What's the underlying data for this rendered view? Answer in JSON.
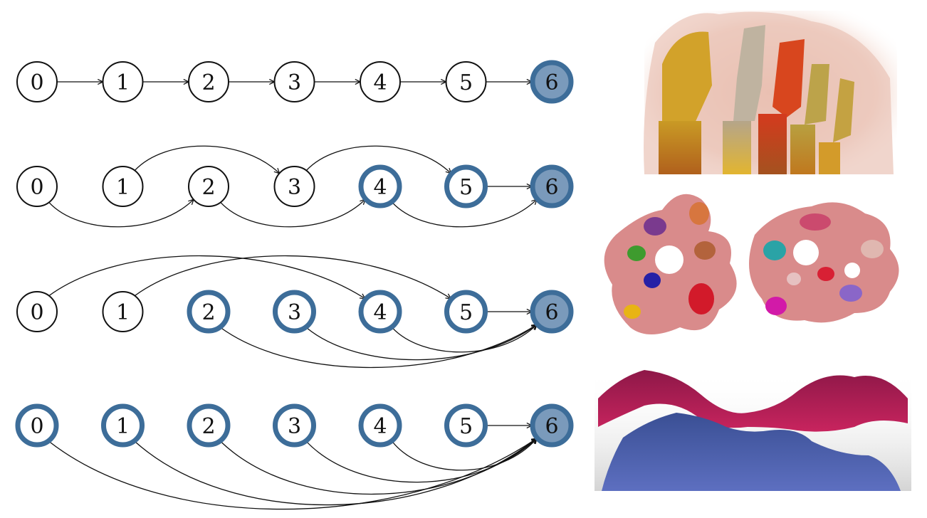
{
  "rows": [
    {
      "id": "row-1",
      "nodes": [
        {
          "label": "0",
          "style": "plain"
        },
        {
          "label": "1",
          "style": "plain"
        },
        {
          "label": "2",
          "style": "plain"
        },
        {
          "label": "3",
          "style": "plain"
        },
        {
          "label": "4",
          "style": "plain"
        },
        {
          "label": "5",
          "style": "plain"
        },
        {
          "label": "6",
          "style": "filled"
        }
      ],
      "edges": [
        [
          0,
          1
        ],
        [
          1,
          2
        ],
        [
          2,
          3
        ],
        [
          3,
          4
        ],
        [
          4,
          5
        ],
        [
          5,
          6
        ]
      ]
    },
    {
      "id": "row-2",
      "nodes": [
        {
          "label": "0",
          "style": "plain"
        },
        {
          "label": "1",
          "style": "plain"
        },
        {
          "label": "2",
          "style": "plain"
        },
        {
          "label": "3",
          "style": "plain"
        },
        {
          "label": "4",
          "style": "ring"
        },
        {
          "label": "5",
          "style": "ring"
        },
        {
          "label": "6",
          "style": "filled"
        }
      ],
      "edges": [
        [
          0,
          2
        ],
        [
          1,
          3
        ],
        [
          2,
          4
        ],
        [
          3,
          5
        ],
        [
          4,
          6
        ],
        [
          5,
          6
        ]
      ]
    },
    {
      "id": "row-3",
      "nodes": [
        {
          "label": "0",
          "style": "plain"
        },
        {
          "label": "1",
          "style": "plain"
        },
        {
          "label": "2",
          "style": "ring"
        },
        {
          "label": "3",
          "style": "ring"
        },
        {
          "label": "4",
          "style": "ring"
        },
        {
          "label": "5",
          "style": "ring"
        },
        {
          "label": "6",
          "style": "filled"
        }
      ],
      "edges": [
        [
          0,
          4
        ],
        [
          1,
          5
        ],
        [
          2,
          6
        ],
        [
          3,
          6
        ],
        [
          4,
          6
        ],
        [
          5,
          6
        ]
      ]
    },
    {
      "id": "row-4",
      "nodes": [
        {
          "label": "0",
          "style": "ring"
        },
        {
          "label": "1",
          "style": "ring"
        },
        {
          "label": "2",
          "style": "ring"
        },
        {
          "label": "3",
          "style": "ring"
        },
        {
          "label": "4",
          "style": "ring"
        },
        {
          "label": "5",
          "style": "ring"
        },
        {
          "label": "6",
          "style": "filled"
        }
      ],
      "edges": [
        [
          0,
          6
        ],
        [
          1,
          6
        ],
        [
          2,
          6
        ],
        [
          3,
          6
        ],
        [
          4,
          6
        ],
        [
          5,
          6
        ]
      ]
    }
  ],
  "colors": {
    "ring": "#3d6d99",
    "filled_fill": "#7a9abb",
    "edge": "#111111"
  },
  "images": [
    {
      "name": "foot-bones-render",
      "subject": "volume rendering of foot bones"
    },
    {
      "name": "molecule-blobs-render",
      "subject": "two molecular surfaces with colored atom blobs"
    },
    {
      "name": "terrain-layers-render",
      "subject": "two stacked wavy surfaces, magenta over blue"
    }
  ]
}
